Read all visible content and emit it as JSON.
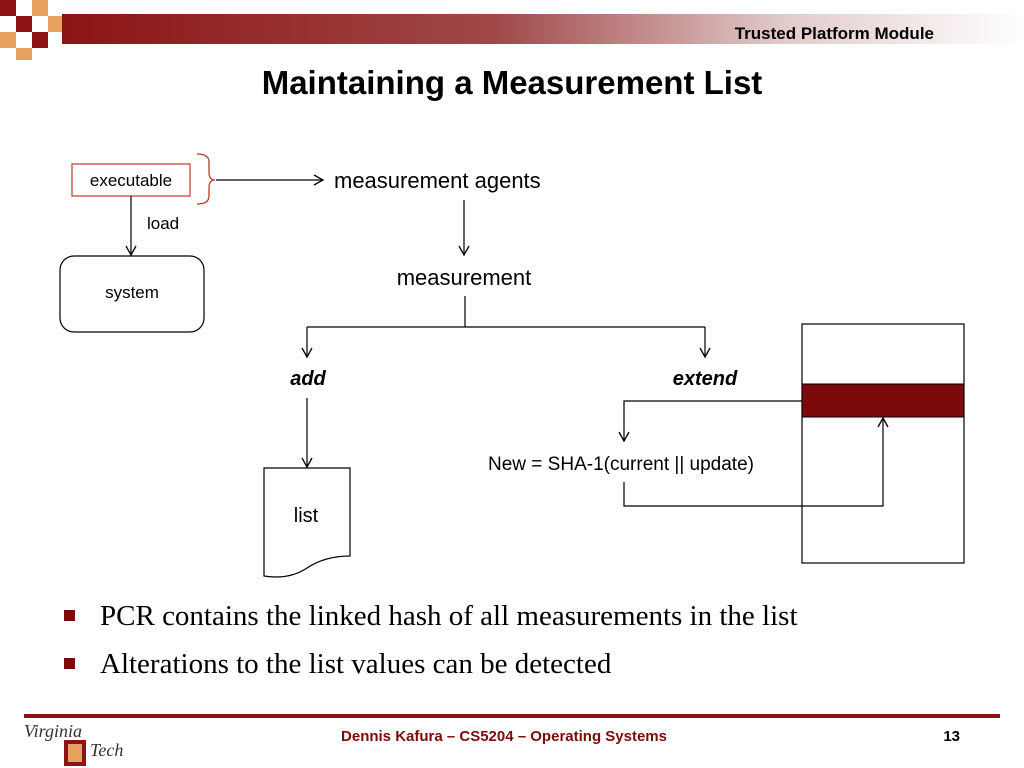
{
  "header": {
    "title": "Trusted Platform Module"
  },
  "slide": {
    "title": "Maintaining a Measurement List"
  },
  "diagram": {
    "executable": "executable",
    "load": "load",
    "system": "system",
    "measurement_agents": "measurement agents",
    "measurement": "measurement",
    "add": "add",
    "extend": "extend",
    "formula": "New = SHA-1(current || update)",
    "list": "list"
  },
  "bullets": [
    "PCR contains the linked hash of all measurements in the list",
    "Alterations to the list values can be detected"
  ],
  "footer": {
    "text": "Dennis Kafura – CS5204 – Operating Systems",
    "page": "13"
  },
  "logo": {
    "text_top": "Virginia",
    "text_bottom": "Tech"
  },
  "colors": {
    "accent": "#7a0c0c",
    "pcr_fill": "#7d0a0a",
    "header_gradient_start": "#8c1414"
  }
}
